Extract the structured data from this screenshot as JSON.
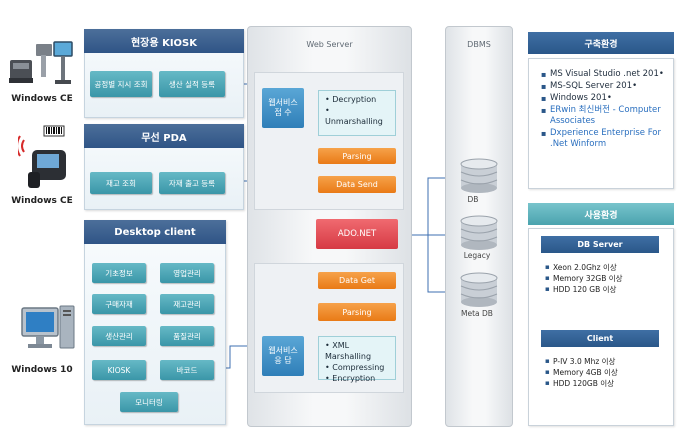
{
  "devices": {
    "ce1_label": "Windows CE",
    "ce2_label": "Windows CE",
    "win10_label": "Windows 10"
  },
  "panels": {
    "kiosk": {
      "title": "현장용 KIOSK",
      "buttons": [
        "공정별 지시 조회",
        "생산 실적 등록"
      ]
    },
    "pda": {
      "title": "무선 PDA",
      "buttons": [
        "재고 조회",
        "자재 출고 등록"
      ]
    },
    "desktop": {
      "title": "Desktop client",
      "buttons": [
        "기초정보",
        "영업관리",
        "구매자재",
        "재고관리",
        "생산관리",
        "품질관리",
        "KIOSK",
        "바코드",
        "모니터링"
      ]
    }
  },
  "server": {
    "web_title": "Web Server",
    "dbms_title": "DBMS",
    "receive_label": "웹서비스\n접 수",
    "respond_label": "웹서비스\n응 답",
    "in_steps": [
      "Decryption",
      "Unmarshalling"
    ],
    "out_steps": [
      "XML Marshalling",
      "Compressing",
      "Encryption"
    ],
    "flow_top": [
      "Parsing",
      "Data Send"
    ],
    "ado": "ADO.NET",
    "flow_bottom": [
      "Data Get",
      "Parsing"
    ],
    "databases": [
      "DB",
      "Legacy",
      "Meta DB"
    ]
  },
  "build_env": {
    "title": "구축환경",
    "items": [
      {
        "text": "MS Visual Studio .net 201•",
        "highlight": false
      },
      {
        "text": "MS-SQL Server 201•",
        "highlight": false
      },
      {
        "text": "Windows 201•",
        "highlight": false
      },
      {
        "text": "ERwin 최신버전 - Computer Associates",
        "highlight": true
      },
      {
        "text": "Dxperience Enterprise For .Net Winform",
        "highlight": true
      }
    ]
  },
  "use_env": {
    "title": "사용환경",
    "db_server": {
      "title": "DB Server",
      "items": [
        "Xeon 2.0Ghz 이상",
        "Memory 32GB 이상",
        "HDD 120 GB 이상"
      ]
    },
    "client": {
      "title": "Client",
      "items": [
        "P-IV 3.0 Mhz 이상",
        "Memory 4GB 이상",
        "HDD 120GB 이상"
      ]
    }
  },
  "colors": {
    "header_blue": "#2f5486",
    "teal_button": "#3a96a8",
    "orange_step": "#e97a16",
    "ado_red": "#d63a44",
    "service_blue": "#2f7fb8"
  }
}
